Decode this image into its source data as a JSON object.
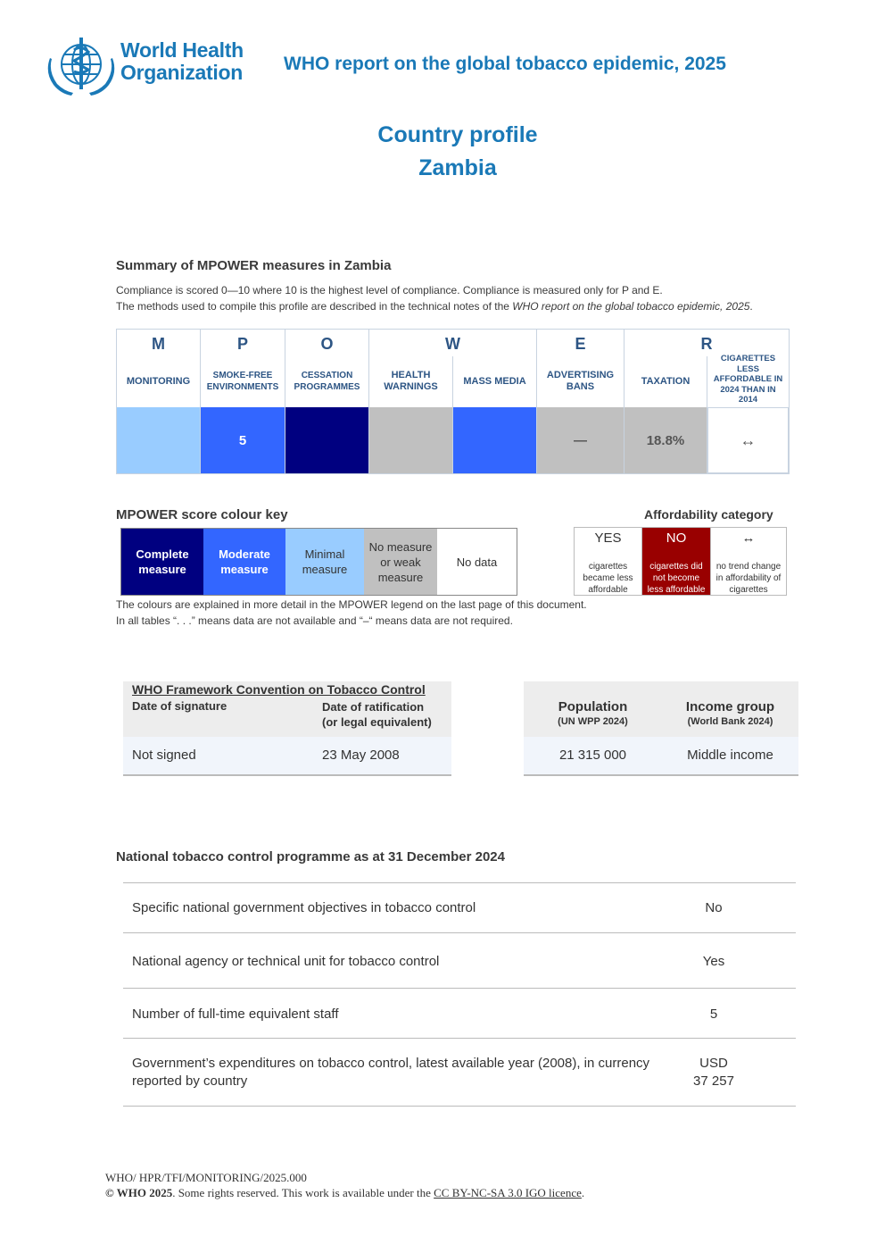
{
  "header": {
    "org_line1": "World Health",
    "org_line2": "Organization",
    "report_title": "WHO report on the global tobacco epidemic, 2025",
    "profile_title": "Country profile",
    "country": "Zambia"
  },
  "summary": {
    "title": "Summary of MPOWER measures in Zambia",
    "note1": "Compliance is scored 0—10 where 10 is the highest level of compliance. Compliance is measured only for P and E.",
    "note2_prefix": "The methods used to compile this profile are described in the technical notes of the ",
    "note2_italic": "WHO report on the global tobacco epidemic, 2025",
    "note2_suffix": "."
  },
  "mpower": {
    "letters": {
      "m": "M",
      "p": "P",
      "o": "O",
      "w": "W",
      "e": "E",
      "r": "R"
    },
    "columns": [
      {
        "header": "MONITORING",
        "value": "",
        "color": "#99ccff"
      },
      {
        "header": "SMOKE-FREE ENVIRONMENTS",
        "value": "5",
        "color": "#3366ff"
      },
      {
        "header": "CESSATION PROGRAMMES",
        "value": "",
        "color": "#000080"
      },
      {
        "header": "HEALTH WARNINGS",
        "value": "",
        "color": "#c0c0c0"
      },
      {
        "header": "MASS MEDIA",
        "value": "",
        "color": "#3366ff"
      },
      {
        "header": "ADVERTISING BANS",
        "value": "—",
        "color": "#c0c0c0"
      },
      {
        "header": "TAXATION",
        "value": "18.8%",
        "color": "#c0c0c0"
      },
      {
        "header": "CIGARETTES LESS AFFORDABLE IN 2024 THAN IN 2014",
        "value": "↔",
        "color": "#ffffff"
      }
    ]
  },
  "colour_key": {
    "title": "MPOWER score colour key",
    "items": [
      {
        "label": "Complete measure",
        "color": "#000080",
        "text_color": "#ffffff"
      },
      {
        "label": "Moderate measure",
        "color": "#3366ff",
        "text_color": "#ffffff"
      },
      {
        "label": "Minimal measure",
        "color": "#99ccff",
        "text_color": "#333333"
      },
      {
        "label": "No measure or weak measure",
        "color": "#c0c0c0",
        "text_color": "#333333"
      },
      {
        "label": "No data",
        "color": "#ffffff",
        "text_color": "#333333"
      }
    ],
    "note1": "The colours are explained in more detail in the MPOWER legend on the last page of this document.",
    "note2": "In all tables “. . .” means data are not available and “–“ means data are not required."
  },
  "affordability": {
    "title": "Affordability category",
    "items": [
      {
        "head": "YES",
        "desc": "cigarettes became less affordable",
        "color": "#ffffff",
        "text_color": "#333333"
      },
      {
        "head": "NO",
        "desc": "cigarettes did not become less affordable",
        "color": "#990000",
        "text_color": "#ffffff"
      },
      {
        "head": "↔",
        "desc": "no trend change in affordability of cigarettes",
        "color": "#ffffff",
        "text_color": "#333333"
      }
    ]
  },
  "fctc": {
    "title": "WHO Framework Convention on Tobacco Control",
    "col1_header": "Date of signature",
    "col2_header_line1": "Date of ratification",
    "col2_header_line2": "(or legal equivalent)",
    "signature": "Not signed",
    "ratification": "23 May 2008"
  },
  "population": {
    "pop_header": "Population",
    "pop_sub": "(UN WPP 2024)",
    "income_header": "Income group",
    "income_sub": "(World Bank 2024)",
    "pop_value": "21 315 000",
    "income_value": "Middle income"
  },
  "national": {
    "title": "National tobacco control programme as at 31 December 2024",
    "rows": [
      {
        "label": "Specific national government objectives in tobacco control",
        "value": "No"
      },
      {
        "label": "National agency or technical unit for tobacco control",
        "value": "Yes"
      },
      {
        "label": "Number of full-time equivalent staff",
        "value": "5"
      },
      {
        "label_line1": "Government’s expenditures on tobacco control, latest available year (2008), in currency",
        "label_line2": "reported by country",
        "value_line1": "USD",
        "value_line2": "37 257"
      }
    ]
  },
  "footer": {
    "code": "WHO/ HPR/TFI/MONITORING/2025.000",
    "copyright": "© WHO 2025",
    "rights": ". Some rights reserved. This work is available under the ",
    "licence": "CC BY-NC-SA 3.0 IGO licence",
    "end": "."
  }
}
